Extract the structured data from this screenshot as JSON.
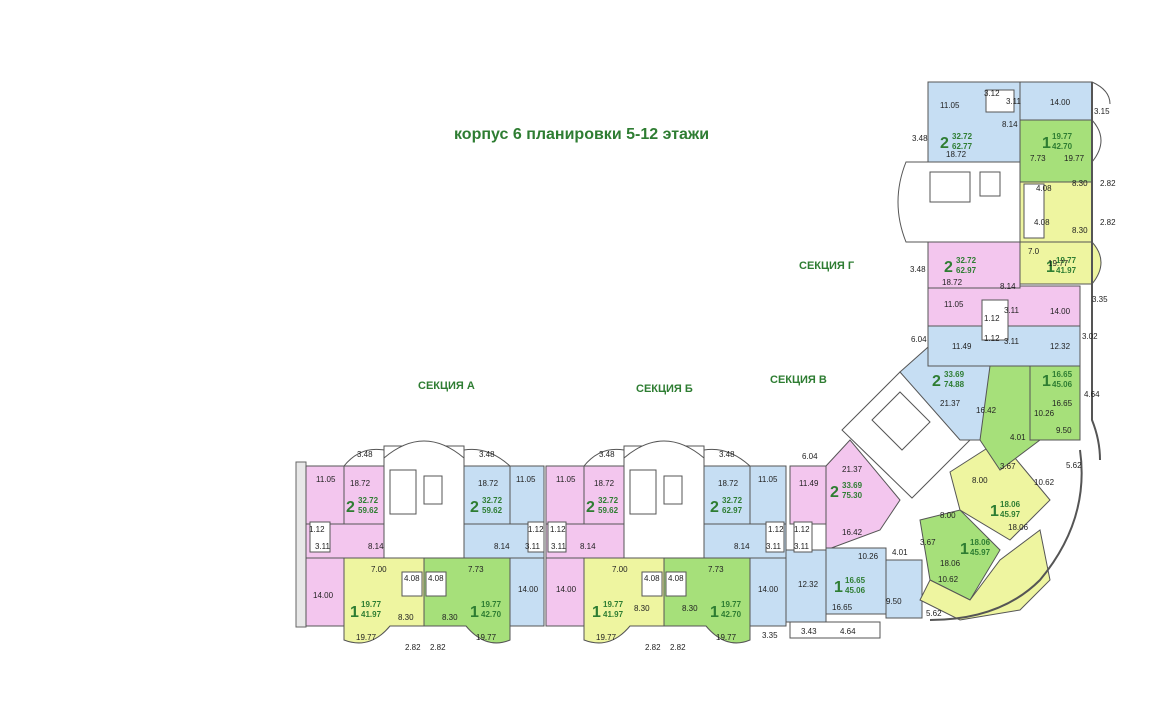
{
  "title": "корпус 6 планировки 5-12 этажи",
  "sections": {
    "a": "СЕКЦИЯ А",
    "b": "СЕКЦИЯ Б",
    "v": "СЕКЦИЯ В",
    "g": "СЕКЦИЯ Г"
  },
  "colors": {
    "two_room": "#f3c6ee",
    "two_room_alt": "#c6def3",
    "one_room_green": "#a6e07a",
    "one_room_yellow": "#eef5a0",
    "blue": "#c6def3",
    "stair": "#ffffff",
    "wall": "#555555",
    "badge_green": "#3c8f2f"
  },
  "apartments": [
    {
      "rooms": "2",
      "living": "32.72",
      "total": "59.62"
    },
    {
      "rooms": "2",
      "living": "32.72",
      "total": "59.62"
    },
    {
      "rooms": "1",
      "living": "19.77",
      "total": "41.97"
    },
    {
      "rooms": "1",
      "living": "19.77",
      "total": "42.70"
    },
    {
      "rooms": "2",
      "living": "32.72",
      "total": "59.62"
    },
    {
      "rooms": "2",
      "living": "32.72",
      "total": "62.97"
    },
    {
      "rooms": "1",
      "living": "19.77",
      "total": "41.97"
    },
    {
      "rooms": "1",
      "living": "19.77",
      "total": "42.70"
    },
    {
      "rooms": "2",
      "living": "33.69",
      "total": "75.30"
    },
    {
      "rooms": "1",
      "living": "16.65",
      "total": "45.06"
    },
    {
      "rooms": "1",
      "living": "18.06",
      "total": "45.97"
    },
    {
      "rooms": "1",
      "living": "18.06",
      "total": "45.97"
    },
    {
      "rooms": "2",
      "living": "33.69",
      "total": "74.88"
    },
    {
      "rooms": "1",
      "living": "16.65",
      "total": "45.06"
    },
    {
      "rooms": "2",
      "living": "32.72",
      "total": "62.97"
    },
    {
      "rooms": "1",
      "living": "19.77",
      "total": "41.97"
    },
    {
      "rooms": "2",
      "living": "32.72",
      "total": "62.77"
    },
    {
      "rooms": "1",
      "living": "19.77",
      "total": "42.70"
    }
  ],
  "areas": [
    "3.48",
    "11.05",
    "18.72",
    "1.12",
    "3.11",
    "8.14",
    "14.00",
    "7.00",
    "4.08",
    "8.30",
    "19.77",
    "2.82",
    "2.82",
    "4.08",
    "8.30",
    "7.73",
    "19.77",
    "3.48",
    "18.72",
    "11.05",
    "1.12",
    "3.11",
    "8.14",
    "14.00",
    "11.05",
    "18.72",
    "3.48",
    "1.12",
    "3.11",
    "8.14",
    "14.00",
    "7.00",
    "4.08",
    "8.30",
    "19.77",
    "2.82",
    "2.82",
    "4.08",
    "8.30",
    "7.73",
    "19.77",
    "3.48",
    "18.72",
    "11.05",
    "1.12",
    "3.11",
    "8.14",
    "14.00",
    "3.35",
    "6.04",
    "11.49",
    "21.37",
    "1.12",
    "3.11",
    "16.42",
    "12.32",
    "10.26",
    "4.01",
    "9.50",
    "16.65",
    "3.43",
    "4.64",
    "3.67",
    "8.00",
    "10.62",
    "18.06",
    "5.62",
    "3.67",
    "8.00",
    "18.06",
    "10.62",
    "5.62",
    "4.01",
    "10.26",
    "16.65",
    "9.50",
    "21.37",
    "16.42",
    "4.64",
    "6.04",
    "11.49",
    "12.32",
    "3.02",
    "1.12",
    "3.11",
    "3.35",
    "11.05",
    "14.00",
    "1.12",
    "3.11",
    "18.72",
    "3.48",
    "8.14",
    "7.0",
    "19.77",
    "4.08",
    "8.30",
    "2.82",
    "4.08",
    "8.30",
    "2.82",
    "7.73",
    "19.77",
    "3.48",
    "18.72",
    "8.14",
    "11.05",
    "3.12",
    "3.11",
    "14.00",
    "3.15"
  ]
}
